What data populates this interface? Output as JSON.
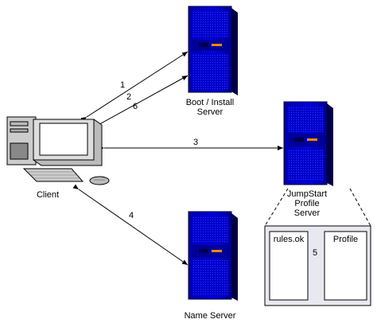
{
  "nodes": {
    "client": {
      "label": "Client"
    },
    "boot_server": {
      "label_line1": "Boot / Install",
      "label_line2": "Server"
    },
    "jumpstart_server": {
      "label_line1": "JumpStart",
      "label_line2": "Profile",
      "label_line3": "Server"
    },
    "name_server": {
      "label": "Name Server"
    },
    "rules_file": {
      "label": "rules.ok"
    },
    "profile_file": {
      "label": "Profile"
    }
  },
  "steps": [
    "1",
    "2",
    "6",
    "3",
    "4",
    "5"
  ],
  "colors": {
    "server_blue": "#0000cc",
    "server_dark": "#000066",
    "panel_gray": "#e8e8f0",
    "accent_orange": "#ff8800"
  }
}
